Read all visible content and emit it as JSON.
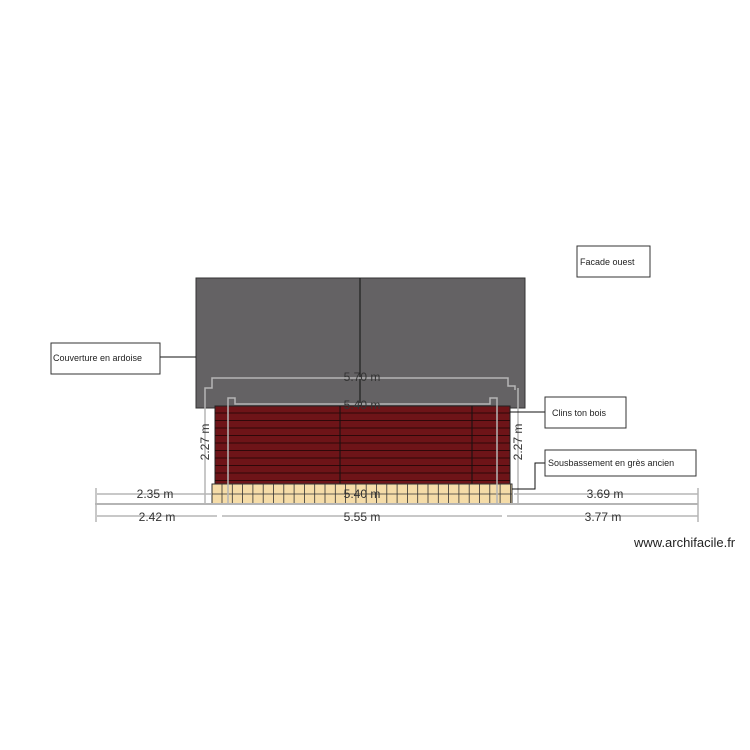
{
  "title": "Facade ouest",
  "labels": {
    "roof": "Couverture en ardoise",
    "cladding": "Clins ton bois",
    "base": "Sousbassement en grès ancien",
    "title": "Facade ouest"
  },
  "dimensions": {
    "left_upper": "2.35 m",
    "left_lower": "2.42 m",
    "center_lower": "5.55 m",
    "right_upper": "3.69 m",
    "right_lower": "3.77 m",
    "roof_width": "5.70 m",
    "wall_width_top": "5.40 m",
    "wall_width_bottom": "5.40 m",
    "height_left": "2.27 m",
    "height_right": "2.27 m"
  },
  "watermark": "www.archifacile.fr",
  "colors": {
    "roof": "#646264",
    "cladding": "#6e1418",
    "base": "#f5dca8",
    "dimension": "#b5b5b5"
  }
}
